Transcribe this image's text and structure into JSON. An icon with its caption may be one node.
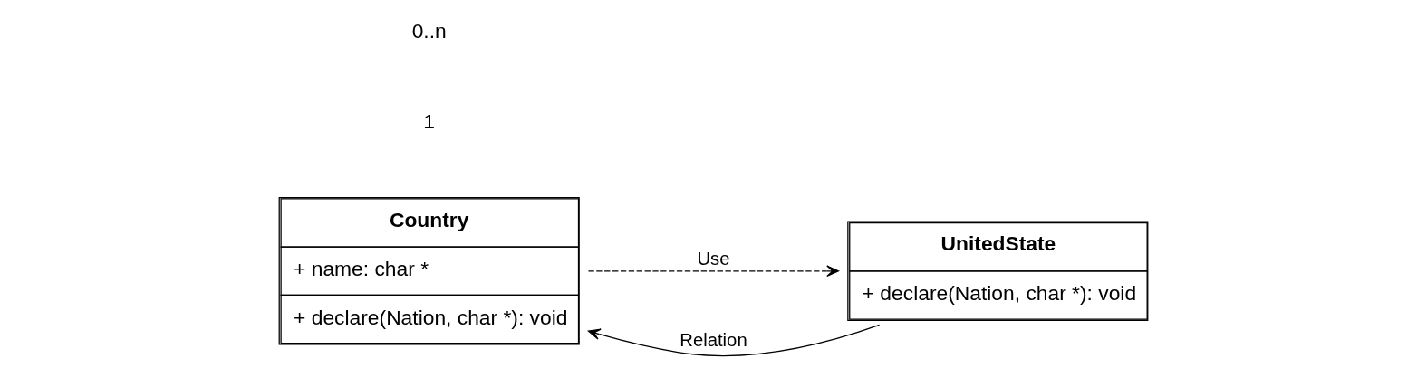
{
  "diagram": {
    "nodes": [
      {
        "text": [
          "Country",
          "+ name: char *",
          "+ declare(Nation, char *): void"
        ]
      },
      {
        "text": [
          "UnitedState",
          "+ declare(Nation, char *): void"
        ]
      }
    ],
    "edges": [
      {
        "from": 1,
        "to": 0,
        "arrow": "to",
        "label": "Relation"
      },
      {
        "from": 0,
        "to": 1,
        "arrow": "to",
        "label": "Use",
        "style": "dashed"
      }
    ],
    "labels": [
      "1",
      "0..n"
    ]
  }
}
